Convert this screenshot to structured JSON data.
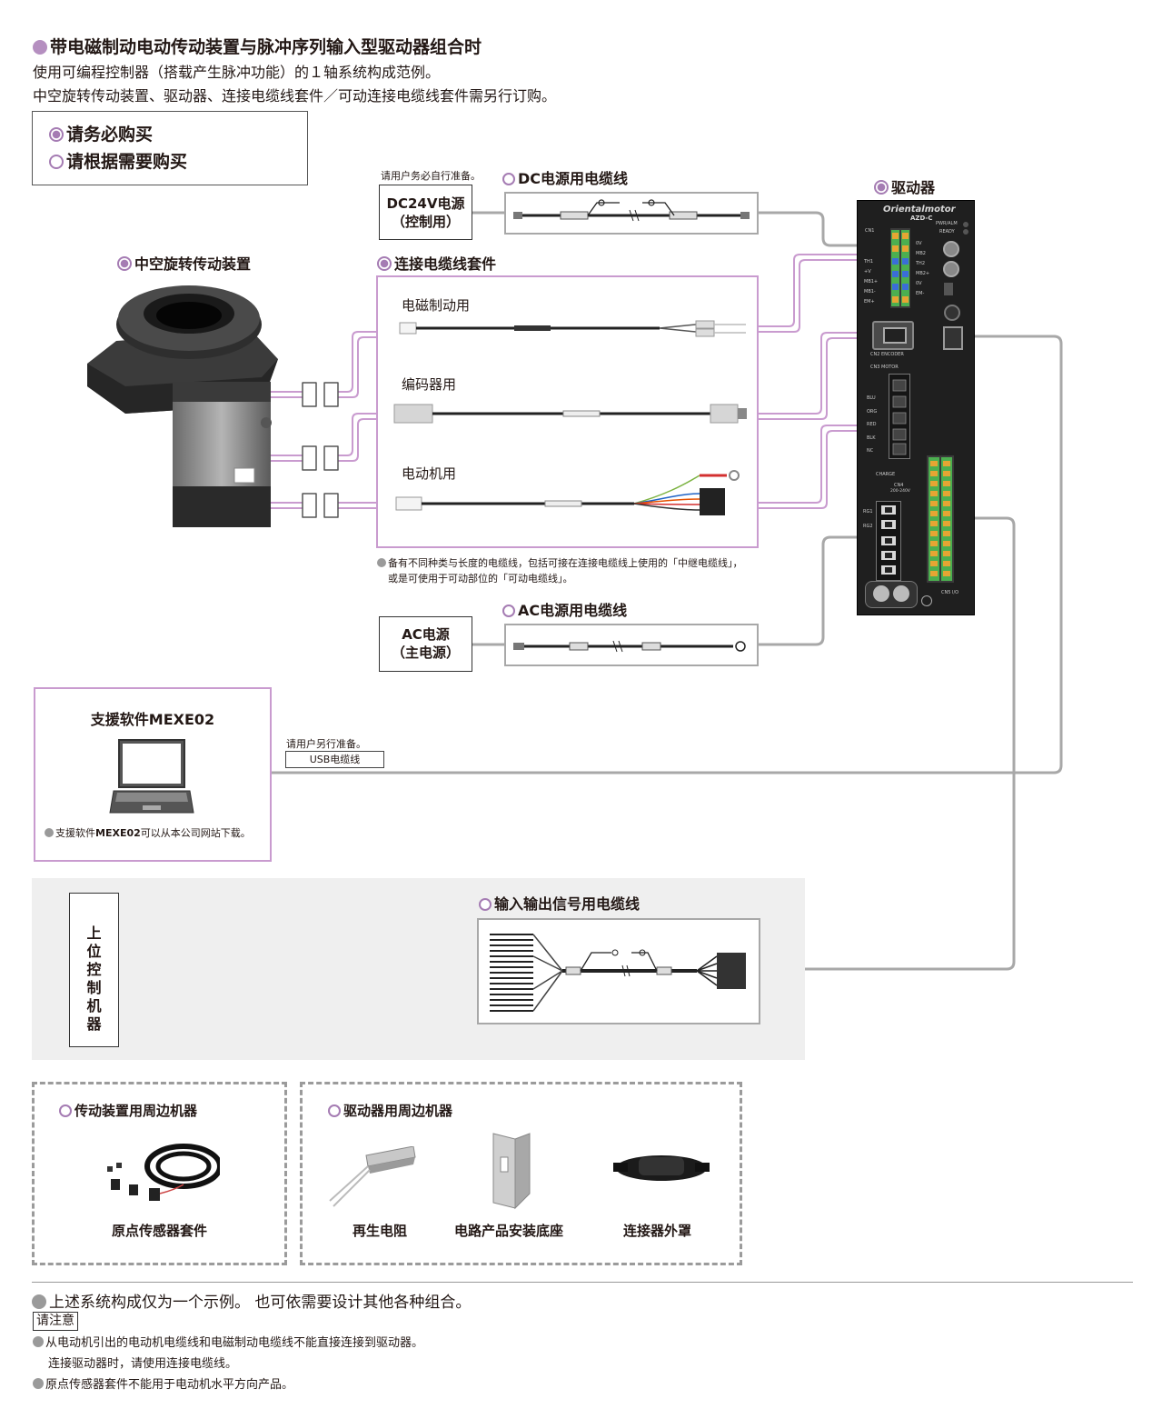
{
  "header": {
    "title": "带电磁制动电动传动装置与脉冲序列输入型驱动器组合时",
    "line1": "使用可编程控制器（搭载产生脉冲功能）的１轴系统构成范例。",
    "line2": "中空旋转传动装置、驱动器、连接电缆线套件／可动连接电缆线套件需另行订购。"
  },
  "legend": {
    "required": "请务必购买",
    "optional": "请根据需要购买"
  },
  "dc_power": {
    "note": "请用户务必自行准备。",
    "label_line1": "DC24V电源",
    "label_line2": "（控制用）",
    "cable_title": "DC电源用电缆线"
  },
  "driver": {
    "title": "驱动器",
    "brand": "Orientalmotor",
    "model": "AZD-C",
    "led1": "PWR/ALM",
    "led2": "READY",
    "cn1": "CN1",
    "cn2": "CN2 ENCODER",
    "cn3": "CN3 MOTOR",
    "cn4": "CN4",
    "cn4_volt": "200-240V",
    "cn5": "CN5 I/O",
    "charge": "CHARGE",
    "pins_left": [
      "TH1",
      "+V",
      "MB1+",
      "MB1-",
      "EM+"
    ],
    "pins_right": [
      "0V",
      "MB2",
      "TH2",
      "MB2+",
      "0V",
      "EM-"
    ],
    "motor_pins": [
      "BLU",
      "ORG",
      "RED",
      "BLK",
      "NC"
    ],
    "rg": [
      "RG1",
      "RG2"
    ]
  },
  "actuator": {
    "title": "中空旋转传动装置"
  },
  "cable_kit": {
    "title": "连接电缆线套件",
    "items": [
      "电磁制动用",
      "编码器用",
      "电动机用"
    ],
    "note_line1": "备有不同种类与长度的电缆线，包括可接在连接电缆线上使用的「中继电缆线」，",
    "note_line2": "或是可使用于可动部位的「可动电缆线」。"
  },
  "ac_power": {
    "cable_title": "AC电源用电缆线",
    "label_line1": "AC电源",
    "label_line2": "（主电源）"
  },
  "software": {
    "title": "支援软件MEXE02",
    "note_pre": "支援软件",
    "note_bold": "MEXE02",
    "note_post": "可以从本公司网站下载。",
    "usb_note": "请用户另行准备。",
    "usb_label": "USB电缆线"
  },
  "host": {
    "label": "上位控制机器",
    "io_cable_title": "输入输出信号用电缆线"
  },
  "peripherals": {
    "actuator_title": "传动装置用周边机器",
    "actuator_items": [
      "原点传感器套件"
    ],
    "driver_title": "驱动器用周边机器",
    "driver_items": [
      "再生电阻",
      "电路产品安装底座",
      "连接器外罩"
    ]
  },
  "footer": {
    "example_note": "上述系统构成仅为一个示例。 也可依需要设计其他各种组合。",
    "caution_label": "请注意",
    "caution1": "从电动机引出的电动机电缆线和电磁制动电缆线不能直接连接到驱动器。",
    "caution1b": "连接驱动器时，请使用连接电缆线。",
    "caution2": "原点传感器套件不能用于电动机水平方向产品。"
  },
  "colors": {
    "purple": "#c99bcf",
    "line_gray": "#a8a8a8",
    "bg_gray": "#efefef"
  }
}
